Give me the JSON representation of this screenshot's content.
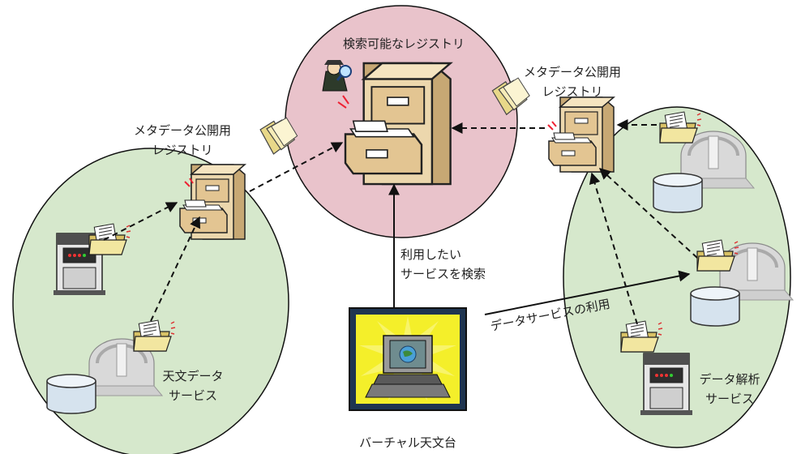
{
  "labels": {
    "central_registry": "検索可能なレジストリ",
    "left_registry_line1": "メタデータ公開用",
    "left_registry_line2": "レジストリ",
    "right_registry_line1": "メタデータ公開用",
    "right_registry_line2": "レジストリ",
    "search_line1": "利用したい",
    "search_line2": "サービスを検索",
    "data_service_use": "データサービスの利用",
    "left_service_line1": "天文データ",
    "left_service_line2": "サービス",
    "right_service_line1": "データ解析",
    "right_service_line2": "サービス",
    "virtual_observatory": "バーチャル天文台"
  },
  "colors": {
    "registry_circle": "#e9c3cb",
    "service_ellipse": "#d6e8cc",
    "cabinet": "#e8d2a6",
    "folder": "#f2e6a0",
    "screen_glow": "#f4ef2a",
    "monitor_frame": "#1f3550",
    "server": "#6e6e6e"
  },
  "icons": [
    "file-cabinet-icon",
    "folder-icon",
    "server-icon",
    "database-icon",
    "observatory-icon",
    "detective-icon",
    "computer-icon"
  ]
}
